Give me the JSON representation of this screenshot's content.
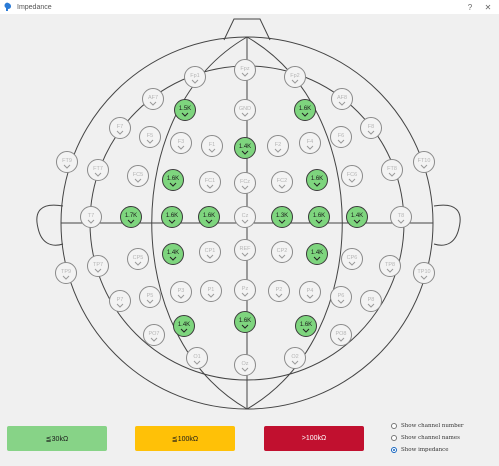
{
  "window": {
    "title": "Impedance",
    "help_label": "?",
    "close_label": "✕"
  },
  "electrodes": [
    {
      "label": "Fpz",
      "good": false
    },
    {
      "label": "Fp1",
      "good": false
    },
    {
      "label": "Fp2",
      "good": false
    },
    {
      "label": "AF7",
      "good": false
    },
    {
      "label": "1.5K",
      "good": true
    },
    {
      "label": "GND",
      "good": false
    },
    {
      "label": "1.6K",
      "good": true
    },
    {
      "label": "AF8",
      "good": false
    },
    {
      "label": "F7",
      "good": false
    },
    {
      "label": "F5",
      "good": false
    },
    {
      "label": "F3",
      "good": false
    },
    {
      "label": "F1",
      "good": false
    },
    {
      "label": "1.4K",
      "good": true
    },
    {
      "label": "F2",
      "good": false
    },
    {
      "label": "F4",
      "good": false
    },
    {
      "label": "F6",
      "good": false
    },
    {
      "label": "F8",
      "good": false
    },
    {
      "label": "FT9",
      "good": false
    },
    {
      "label": "FT7",
      "good": false
    },
    {
      "label": "FC5",
      "good": false
    },
    {
      "label": "1.6K",
      "good": true
    },
    {
      "label": "FC1",
      "good": false
    },
    {
      "label": "FCz",
      "good": false
    },
    {
      "label": "FC2",
      "good": false
    },
    {
      "label": "1.6K",
      "good": true
    },
    {
      "label": "FC6",
      "good": false
    },
    {
      "label": "FT8",
      "good": false
    },
    {
      "label": "FT10",
      "good": false
    },
    {
      "label": "T7",
      "good": false
    },
    {
      "label": "1.7K",
      "good": true
    },
    {
      "label": "1.6K",
      "good": true
    },
    {
      "label": "1.6K",
      "good": true
    },
    {
      "label": "Cz",
      "good": false
    },
    {
      "label": "1.3K",
      "good": true
    },
    {
      "label": "1.6K",
      "good": true
    },
    {
      "label": "1.4K",
      "good": true
    },
    {
      "label": "T8",
      "good": false
    },
    {
      "label": "TP9",
      "good": false
    },
    {
      "label": "TP7",
      "good": false
    },
    {
      "label": "CP5",
      "good": false
    },
    {
      "label": "1.4K",
      "good": true
    },
    {
      "label": "CP1",
      "good": false
    },
    {
      "label": "REF",
      "good": false
    },
    {
      "label": "CP2",
      "good": false
    },
    {
      "label": "1.4K",
      "good": true
    },
    {
      "label": "CP6",
      "good": false
    },
    {
      "label": "TP8",
      "good": false
    },
    {
      "label": "TP10",
      "good": false
    },
    {
      "label": "P7",
      "good": false
    },
    {
      "label": "P5",
      "good": false
    },
    {
      "label": "P3",
      "good": false
    },
    {
      "label": "P1",
      "good": false
    },
    {
      "label": "Pz",
      "good": false
    },
    {
      "label": "P2",
      "good": false
    },
    {
      "label": "P4",
      "good": false
    },
    {
      "label": "P6",
      "good": false
    },
    {
      "label": "P8",
      "good": false
    },
    {
      "label": "PO7",
      "good": false
    },
    {
      "label": "1.4K",
      "good": true
    },
    {
      "label": "1.6K",
      "good": true
    },
    {
      "label": "1.6K",
      "good": true
    },
    {
      "label": "PO8",
      "good": false
    },
    {
      "label": "O1",
      "good": false
    },
    {
      "label": "Oz",
      "good": false
    },
    {
      "label": "O2",
      "good": false
    }
  ],
  "legend": {
    "low": "≦30kΩ",
    "mid": "≦100kΩ",
    "high": ">100kΩ",
    "low_color": "#87d387",
    "mid_color": "#ffc107",
    "high_color": "#c1102f"
  },
  "options": [
    {
      "label": "Show channel number",
      "checked": false
    },
    {
      "label": "Show channel names",
      "checked": false
    },
    {
      "label": "Show impedance",
      "checked": true
    }
  ]
}
